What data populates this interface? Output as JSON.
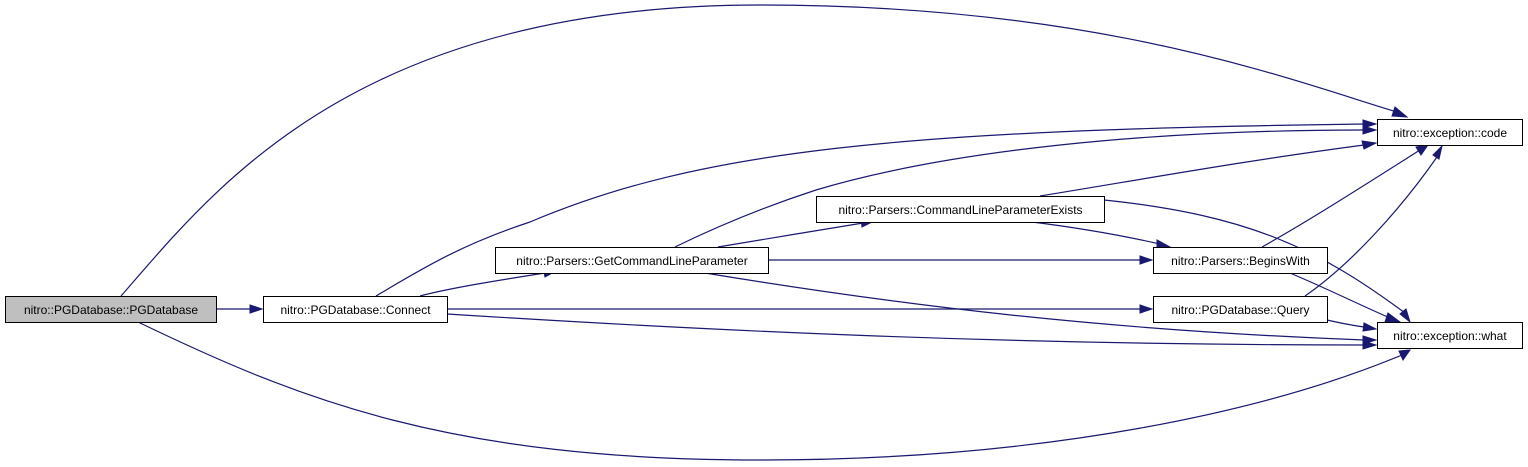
{
  "colors": {
    "edge": "#191970",
    "node_fill": "#ffffff",
    "root_fill": "#bfbfbf",
    "node_stroke": "#000000"
  },
  "nodes": [
    {
      "id": "root",
      "label": "nitro::PGDatabase::PGDatabase",
      "root": true
    },
    {
      "id": "connect",
      "label": "nitro::PGDatabase::Connect"
    },
    {
      "id": "getparam",
      "label": "nitro::Parsers::GetCommandLineParameter"
    },
    {
      "id": "exists",
      "label": "nitro::Parsers::CommandLineParameterExists"
    },
    {
      "id": "beginswith",
      "label": "nitro::Parsers::BeginsWith"
    },
    {
      "id": "query",
      "label": "nitro::PGDatabase::Query"
    },
    {
      "id": "code",
      "label": "nitro::exception::code"
    },
    {
      "id": "what",
      "label": "nitro::exception::what"
    }
  ],
  "edges": [
    {
      "from": "root",
      "to": "connect"
    },
    {
      "from": "root",
      "to": "code"
    },
    {
      "from": "root",
      "to": "what"
    },
    {
      "from": "connect",
      "to": "getparam"
    },
    {
      "from": "connect",
      "to": "code"
    },
    {
      "from": "connect",
      "to": "query"
    },
    {
      "from": "connect",
      "to": "what"
    },
    {
      "from": "getparam",
      "to": "exists"
    },
    {
      "from": "getparam",
      "to": "beginswith"
    },
    {
      "from": "getparam",
      "to": "code"
    },
    {
      "from": "getparam",
      "to": "what"
    },
    {
      "from": "exists",
      "to": "beginswith"
    },
    {
      "from": "exists",
      "to": "code"
    },
    {
      "from": "exists",
      "to": "what"
    },
    {
      "from": "beginswith",
      "to": "code"
    },
    {
      "from": "beginswith",
      "to": "what"
    },
    {
      "from": "query",
      "to": "code"
    },
    {
      "from": "query",
      "to": "what"
    }
  ]
}
